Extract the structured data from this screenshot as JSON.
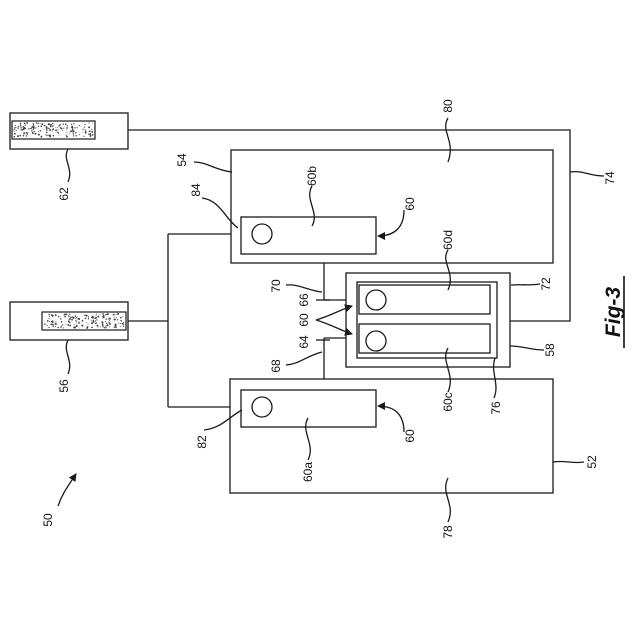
{
  "figure": {
    "title": "Fig-3"
  },
  "labels": {
    "system": "50",
    "tank_52": "52",
    "tank_54": "54",
    "container_56": "56",
    "container_58": "58",
    "sensor_group_60_left": "60",
    "sensor_group_60_right": "60",
    "sensor_group_60_center": "60",
    "sensor_60a": "60a",
    "sensor_60b": "60b",
    "sensor_60c": "60c",
    "sensor_60d": "60d",
    "container_62": "62",
    "line_64": "64",
    "line_66": "66",
    "line_68": "68",
    "line_70": "70",
    "line_72": "72",
    "line_74": "74",
    "region_76": "76",
    "region_78": "78",
    "region_80": "80",
    "line_82": "82",
    "line_84": "84"
  }
}
